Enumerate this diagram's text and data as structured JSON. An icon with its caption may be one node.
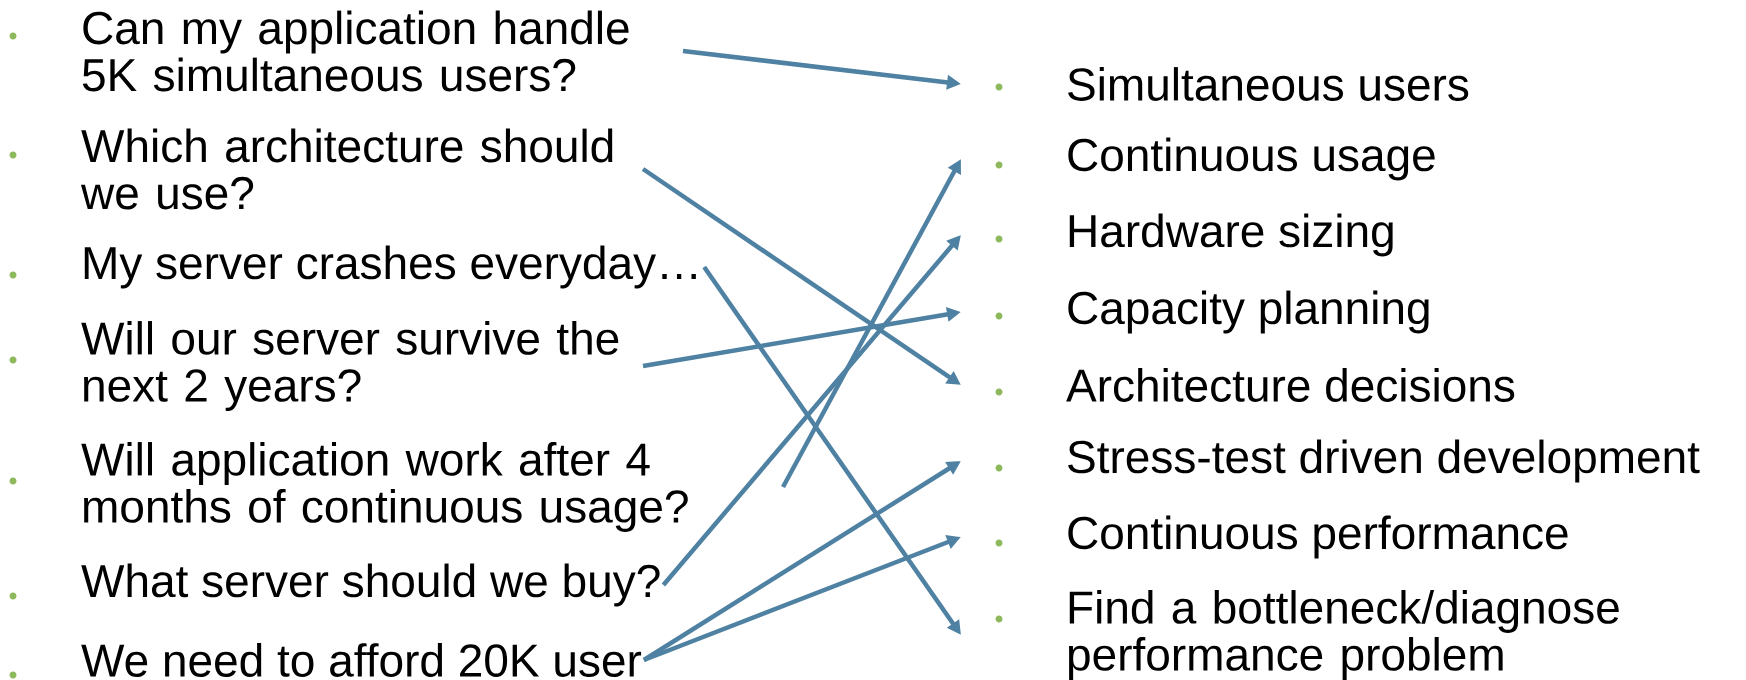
{
  "diagram": {
    "nodes": [
      {
        "text": [
          "Can my application handle 5K simultaneous users?"
        ]
      },
      {
        "text": [
          "Which architecture should we use?"
        ]
      },
      {
        "text": [
          "My server crashes everyday…"
        ]
      },
      {
        "text": [
          "Will our server survive the next 2 years?"
        ]
      },
      {
        "text": [
          "Will application work after 4 months of continuous usage?"
        ]
      },
      {
        "text": [
          "What server should we buy?"
        ]
      },
      {
        "text": [
          "We need to afford 20K user"
        ]
      },
      {
        "text": [
          "Simultaneous users"
        ]
      },
      {
        "text": [
          "Continuous usage"
        ]
      },
      {
        "text": [
          "Hardware sizing"
        ]
      },
      {
        "text": [
          "Capacity planning"
        ]
      },
      {
        "text": [
          "Architecture decisions"
        ]
      },
      {
        "text": [
          "Stress-test driven development"
        ]
      },
      {
        "text": [
          "Continuous performance"
        ]
      },
      {
        "text": [
          "Find a bottleneck/diagnose performance problem"
        ]
      }
    ],
    "edges": [
      {
        "from": 0,
        "to": 7,
        "arrow": "to"
      },
      {
        "from": 1,
        "to": 11,
        "arrow": "to"
      },
      {
        "from": 2,
        "to": 14,
        "arrow": "to"
      },
      {
        "from": 3,
        "to": 10,
        "arrow": "to"
      },
      {
        "from": 4,
        "to": 8,
        "arrow": "to"
      },
      {
        "from": 5,
        "to": 9,
        "arrow": "to"
      },
      {
        "from": 6,
        "to": 12,
        "arrow": "to"
      },
      {
        "from": 6,
        "to": 13,
        "arrow": "to"
      }
    ]
  }
}
